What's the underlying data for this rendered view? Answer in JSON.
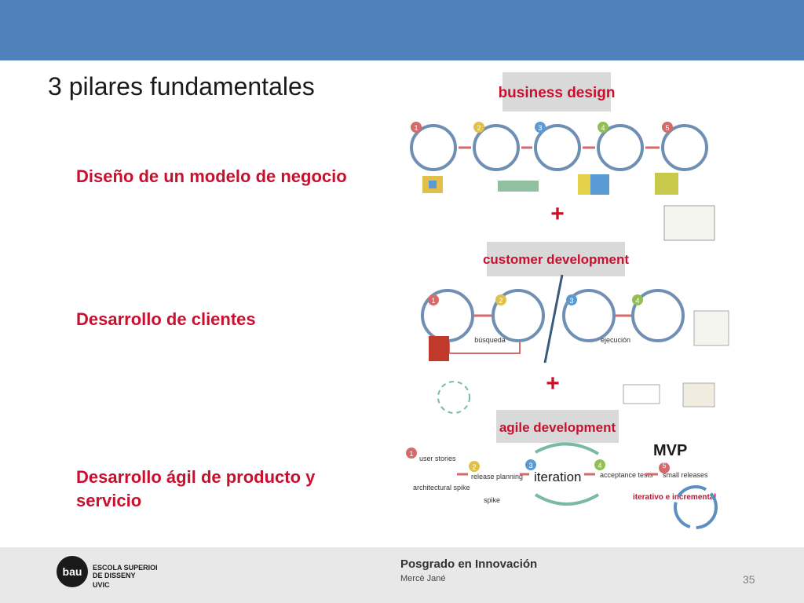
{
  "slide": {
    "title": "3 pilares fundamentales",
    "pillars": [
      "Diseño de un modelo de negocio",
      "Desarrollo de clientes",
      "Desarrollo ágil de producto y servicio"
    ],
    "diagram": {
      "sections": [
        {
          "label": "business design",
          "steps": [
            "1",
            "2",
            "3",
            "4",
            "5"
          ]
        },
        {
          "label": "customer development",
          "steps": [
            "1",
            "2",
            "3",
            "4"
          ],
          "notes": [
            "búsqueda",
            "ejecución"
          ]
        },
        {
          "label": "agile development",
          "steps": [
            "1",
            "2",
            "3",
            "4",
            "5"
          ],
          "center": "iteration",
          "badge": "MVP",
          "notes": [
            "iterativo e incremental"
          ],
          "items": [
            "user stories",
            "architectural spike",
            "release planning",
            "spike",
            "acceptance tests",
            "small releases"
          ]
        }
      ],
      "plus": "+"
    }
  },
  "footer": {
    "program": "Posgrado en  Innovación",
    "author": "Mercè Jané",
    "page": "35",
    "logo": {
      "short": "bau",
      "line1": "ESCOLA SUPERIOR",
      "line2": "DE DISSENY",
      "line3": "UVIC"
    }
  },
  "colors": {
    "header": "#4f81bd",
    "accent": "#c8102e",
    "footer": "#e8e8e8"
  }
}
